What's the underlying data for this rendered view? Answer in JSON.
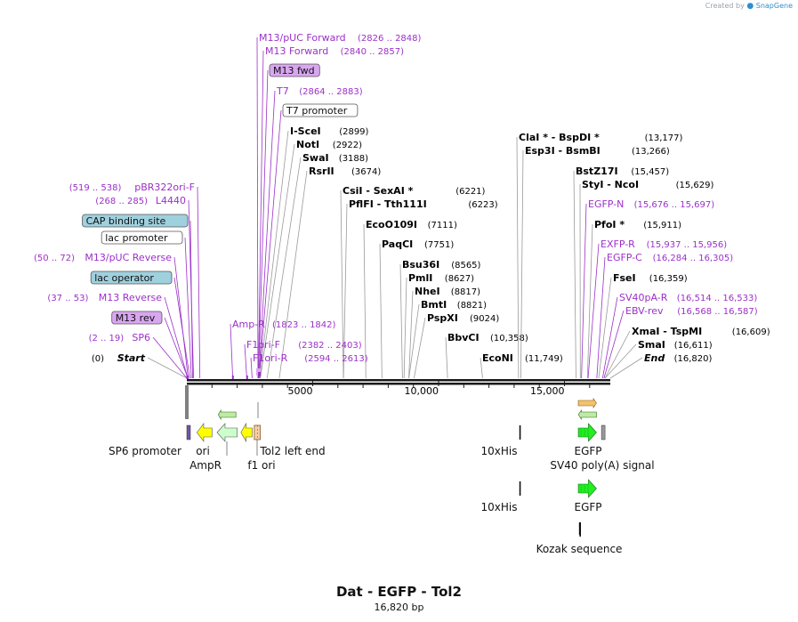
{
  "header": {
    "created_by": "Created by",
    "brand": "SnapGene"
  },
  "plasmid": {
    "name": "Dat - EGFP - Tol2",
    "length_label": "16,820 bp",
    "length": 16820
  },
  "ruler": {
    "ticks": [
      {
        "pos": 5000,
        "label": "5000"
      },
      {
        "pos": 10000,
        "label": "10,000"
      },
      {
        "pos": 15000,
        "label": "15,000"
      }
    ]
  },
  "colors": {
    "primer": "#9b30c8",
    "primer_box": "#d9a6f0",
    "promoter_box": "#ffffff",
    "protein_box": "#9fd0de",
    "enzyme": "#000000",
    "axis": "#1a1a1a",
    "orf": "#ffff00",
    "egfp": "#22ee22",
    "ampr_light": "#ccffcc",
    "ori": "#ffffaa",
    "tol2": "#f5cfa8",
    "terminator": "#999999",
    "primer_feature": "#6f55a5"
  },
  "top_labels": [
    {
      "kind": "primer",
      "name": "M13/pUC Forward",
      "coord": "(2826 .. 2848)",
      "pos": 2826
    },
    {
      "kind": "primer",
      "name": "M13 Forward",
      "coord": "(2840 .. 2857)",
      "pos": 2840
    },
    {
      "kind": "primer_box",
      "name": "M13 fwd",
      "coord": "",
      "pos": 2845
    },
    {
      "kind": "primer",
      "name": "T7",
      "coord": "(2864 .. 2883)",
      "pos": 2864
    },
    {
      "kind": "box_white",
      "name": "T7 promoter",
      "coord": "",
      "pos": 2875
    },
    {
      "kind": "enzyme",
      "name": "I-SceI",
      "coord": "(2899)",
      "pos": 2899
    },
    {
      "kind": "enzyme",
      "name": "NotI",
      "coord": "(2922)",
      "pos": 2922
    },
    {
      "kind": "enzyme",
      "name": "SwaI",
      "coord": "(3188)",
      "pos": 3188
    },
    {
      "kind": "enzyme",
      "name": "RsrII",
      "coord": "(3674)",
      "pos": 3674
    },
    {
      "kind": "enzyme",
      "name": "CsiI  -  SexAI *",
      "coord": "(6221)",
      "pos": 6221
    },
    {
      "kind": "enzyme",
      "name": "PflFI  -  Tth111I",
      "coord": "(6223)",
      "pos": 6223
    },
    {
      "kind": "enzyme",
      "name": "EcoO109I",
      "coord": "(7111)",
      "pos": 7111
    },
    {
      "kind": "enzyme",
      "name": "PaqCI",
      "coord": "(7751)",
      "pos": 7751
    },
    {
      "kind": "enzyme",
      "name": "Bsu36I",
      "coord": "(8565)",
      "pos": 8565
    },
    {
      "kind": "enzyme",
      "name": "PmlI",
      "coord": "(8627)",
      "pos": 8627
    },
    {
      "kind": "enzyme",
      "name": "NheI",
      "coord": "(8817)",
      "pos": 8817
    },
    {
      "kind": "enzyme",
      "name": "BmtI",
      "coord": "(8821)",
      "pos": 8821
    },
    {
      "kind": "enzyme",
      "name": "PspXI",
      "coord": "(9024)",
      "pos": 9024
    },
    {
      "kind": "enzyme",
      "name": "BbvCI",
      "coord": "(10,358)",
      "pos": 10358
    },
    {
      "kind": "enzyme",
      "name": "EcoNI",
      "coord": "(11,749)",
      "pos": 11749
    },
    {
      "kind": "enzyme",
      "name": "ClaI *  -  BspDI *",
      "coord": "(13,177)",
      "pos": 13177
    },
    {
      "kind": "enzyme",
      "name": "Esp3I  -  BsmBI",
      "coord": "(13,266)",
      "pos": 13266
    },
    {
      "kind": "enzyme",
      "name": "BstZ17I",
      "coord": "(15,457)",
      "pos": 15457
    },
    {
      "kind": "enzyme",
      "name": "StyI  -  NcoI",
      "coord": "(15,629)",
      "pos": 15629
    },
    {
      "kind": "primer",
      "name": "EGFP-N",
      "coord": "(15,676 .. 15,697)",
      "pos": 15676
    },
    {
      "kind": "enzyme",
      "name": "PfoI *",
      "coord": "(15,911)",
      "pos": 15911
    },
    {
      "kind": "primer",
      "name": "EXFP-R",
      "coord": "(15,937 .. 15,956)",
      "pos": 15937
    },
    {
      "kind": "primer",
      "name": "EGFP-C",
      "coord": "(16,284 .. 16,305)",
      "pos": 16284
    },
    {
      "kind": "enzyme",
      "name": "FseI",
      "coord": "(16,359)",
      "pos": 16359
    },
    {
      "kind": "primer",
      "name": "SV40pA-R",
      "coord": "(16,514 .. 16,533)",
      "pos": 16514
    },
    {
      "kind": "primer",
      "name": "EBV-rev",
      "coord": "(16,568 .. 16,587)",
      "pos": 16568
    },
    {
      "kind": "enzyme",
      "name": "XmaI  -  TspMI",
      "coord": "(16,609)",
      "pos": 16609
    },
    {
      "kind": "enzyme",
      "name": "SmaI",
      "coord": "(16,611)",
      "pos": 16611
    },
    {
      "kind": "end",
      "name": "End",
      "coord": "(16,820)",
      "pos": 16820
    }
  ],
  "left_labels": [
    {
      "kind": "primer",
      "name": "pBR322ori-F",
      "coord": "(519 .. 538)",
      "pos": 519
    },
    {
      "kind": "primer",
      "name": "L4440",
      "coord": "(268 .. 285)",
      "pos": 268
    },
    {
      "kind": "protein_box",
      "name": "CAP binding site",
      "coord": "",
      "pos": 230
    },
    {
      "kind": "box_white",
      "name": "lac promoter",
      "coord": "",
      "pos": 180
    },
    {
      "kind": "primer",
      "name": "M13/pUC Reverse",
      "coord": "(50 .. 72)",
      "pos": 50
    },
    {
      "kind": "protein_box",
      "name": "lac operator",
      "coord": "",
      "pos": 120
    },
    {
      "kind": "primer",
      "name": "M13 Reverse",
      "coord": "(37 .. 53)",
      "pos": 37
    },
    {
      "kind": "primer_box",
      "name": "M13 rev",
      "coord": "",
      "pos": 45
    },
    {
      "kind": "primer",
      "name": "SP6",
      "coord": "(2 .. 19)",
      "pos": 2
    },
    {
      "kind": "start",
      "name": "Start",
      "coord": "(0)",
      "pos": 0
    }
  ],
  "mid_labels": [
    {
      "kind": "primer",
      "name": "Amp-R",
      "coord": "(1823 .. 1842)",
      "pos": 1823
    },
    {
      "kind": "primer",
      "name": "F1ori-F",
      "coord": "(2382 .. 2403)",
      "pos": 2382
    },
    {
      "kind": "primer",
      "name": "F1ori-R",
      "coord": "(2594 .. 2613)",
      "pos": 2594
    }
  ],
  "features": [
    {
      "name": "SP6 promoter",
      "type": "block",
      "start": 0,
      "end": 100,
      "row": 1,
      "color": "#6f55a5"
    },
    {
      "name": "ori",
      "type": "arrow_left",
      "start": 400,
      "end": 1000,
      "row": 1,
      "color": "#ffff00"
    },
    {
      "name": "AmpR",
      "type": "arrow_left",
      "start": 1200,
      "end": 2000,
      "row": 1,
      "color": "#ccffcc"
    },
    {
      "name": "f1 ori",
      "type": "arrow_left",
      "start": 2150,
      "end": 2600,
      "row": 1,
      "color": "#ffff00"
    },
    {
      "name": "Tol2 left end",
      "type": "box",
      "start": 2680,
      "end": 2920,
      "row": 1,
      "color": "#f5cfa8"
    },
    {
      "name": "10xHis",
      "type": "tick",
      "start": 13200,
      "end": 13230,
      "row": 1,
      "color": "#111111"
    },
    {
      "name": "EGFP",
      "type": "arrow_right",
      "start": 15550,
      "end": 16270,
      "row": 1,
      "color": "#22ee22"
    },
    {
      "name": "SV40 poly(A) signal",
      "type": "block",
      "start": 16470,
      "end": 16600,
      "row": 1,
      "color": "#999999"
    },
    {
      "name": "10xHis",
      "type": "tick",
      "start": 13200,
      "end": 13230,
      "row": 2,
      "color": "#111111"
    },
    {
      "name": "EGFP",
      "type": "arrow_right",
      "start": 15550,
      "end": 16270,
      "row": 2,
      "color": "#22ee22"
    },
    {
      "name": "Kozak sequence",
      "type": "tick",
      "start": 15590,
      "end": 15600,
      "row": 3,
      "color": "#111111"
    }
  ]
}
